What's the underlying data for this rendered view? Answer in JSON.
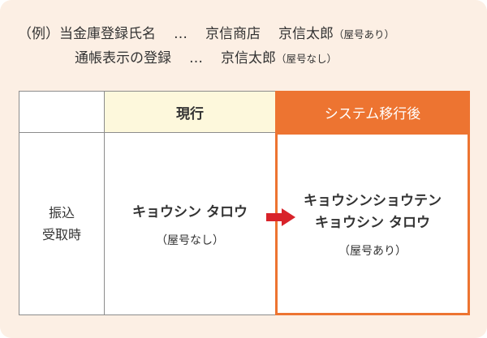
{
  "example": {
    "prefix": "（例）",
    "line1_label": "当金庫登録氏名",
    "line1_dots": "…",
    "line1_shop": "京信商店",
    "line1_name": "京信太郎",
    "line1_note": "（屋号あり）",
    "line2_label": "通帳表示の登録",
    "line2_dots": "…",
    "line2_name": "京信太郎",
    "line2_note": "（屋号なし）"
  },
  "table": {
    "header_current": "現行",
    "header_after": "システム移行後",
    "row_label_1": "振込",
    "row_label_2": "受取時",
    "current_name": "キョウシン タロウ",
    "current_note": "（屋号なし）",
    "after_shop": "キョウシンショウテン",
    "after_name": "キョウシン タロウ",
    "after_note": "（屋号あり）"
  },
  "colors": {
    "panel_bg": "#fcefe4",
    "accent_orange": "#ed7431",
    "header_current_bg": "#fdf8dc",
    "arrow_red": "#d8232a"
  },
  "icons": {
    "arrow": "arrow-right-icon"
  }
}
